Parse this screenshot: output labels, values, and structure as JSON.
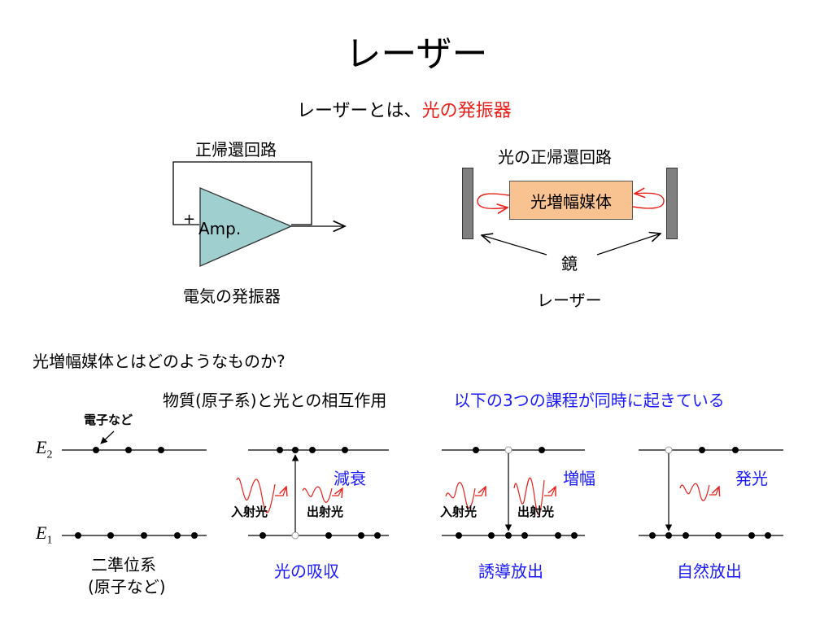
{
  "title": "レーザー",
  "intro": {
    "prefix": "レーザーとは、",
    "highlight": "光の発振器"
  },
  "amp_diagram": {
    "feedback_label": "正帰還回路",
    "plus_sign": "+",
    "amp_label": "Amp.",
    "caption": "電気の発振器"
  },
  "laser_diagram": {
    "feedback_label": "光の正帰還回路",
    "medium_label": "光増幅媒体",
    "mirror_label": "鏡",
    "caption": "レーザー"
  },
  "question": "光増幅媒体とはどのようなものか?",
  "interaction": {
    "label": "物質(原子系)と光との相互作用",
    "note": "以下の3つの課程が同時に起きている"
  },
  "levels": {
    "upper_symbol": "E",
    "upper_subscript": "2",
    "lower_symbol": "E",
    "lower_subscript": "1",
    "electron_label": "電子など"
  },
  "panels": [
    {
      "caption_line1": "二準位系",
      "caption_line2": "(原子など)"
    },
    {
      "effect": "減衰",
      "incident": "入射光",
      "outgoing": "出射光",
      "caption": "光の吸収"
    },
    {
      "effect": "増幅",
      "incident": "入射光",
      "outgoing": "出射光",
      "caption": "誘導放出"
    },
    {
      "effect": "発光",
      "caption": "自然放出"
    }
  ],
  "colors": {
    "highlight": "#e8201a",
    "process_text": "#1a1aff",
    "amplifier_fill": "#9fcfcf",
    "medium_fill": "#f9c391",
    "mirror_fill": "#808080",
    "wave": "#e8201a"
  }
}
